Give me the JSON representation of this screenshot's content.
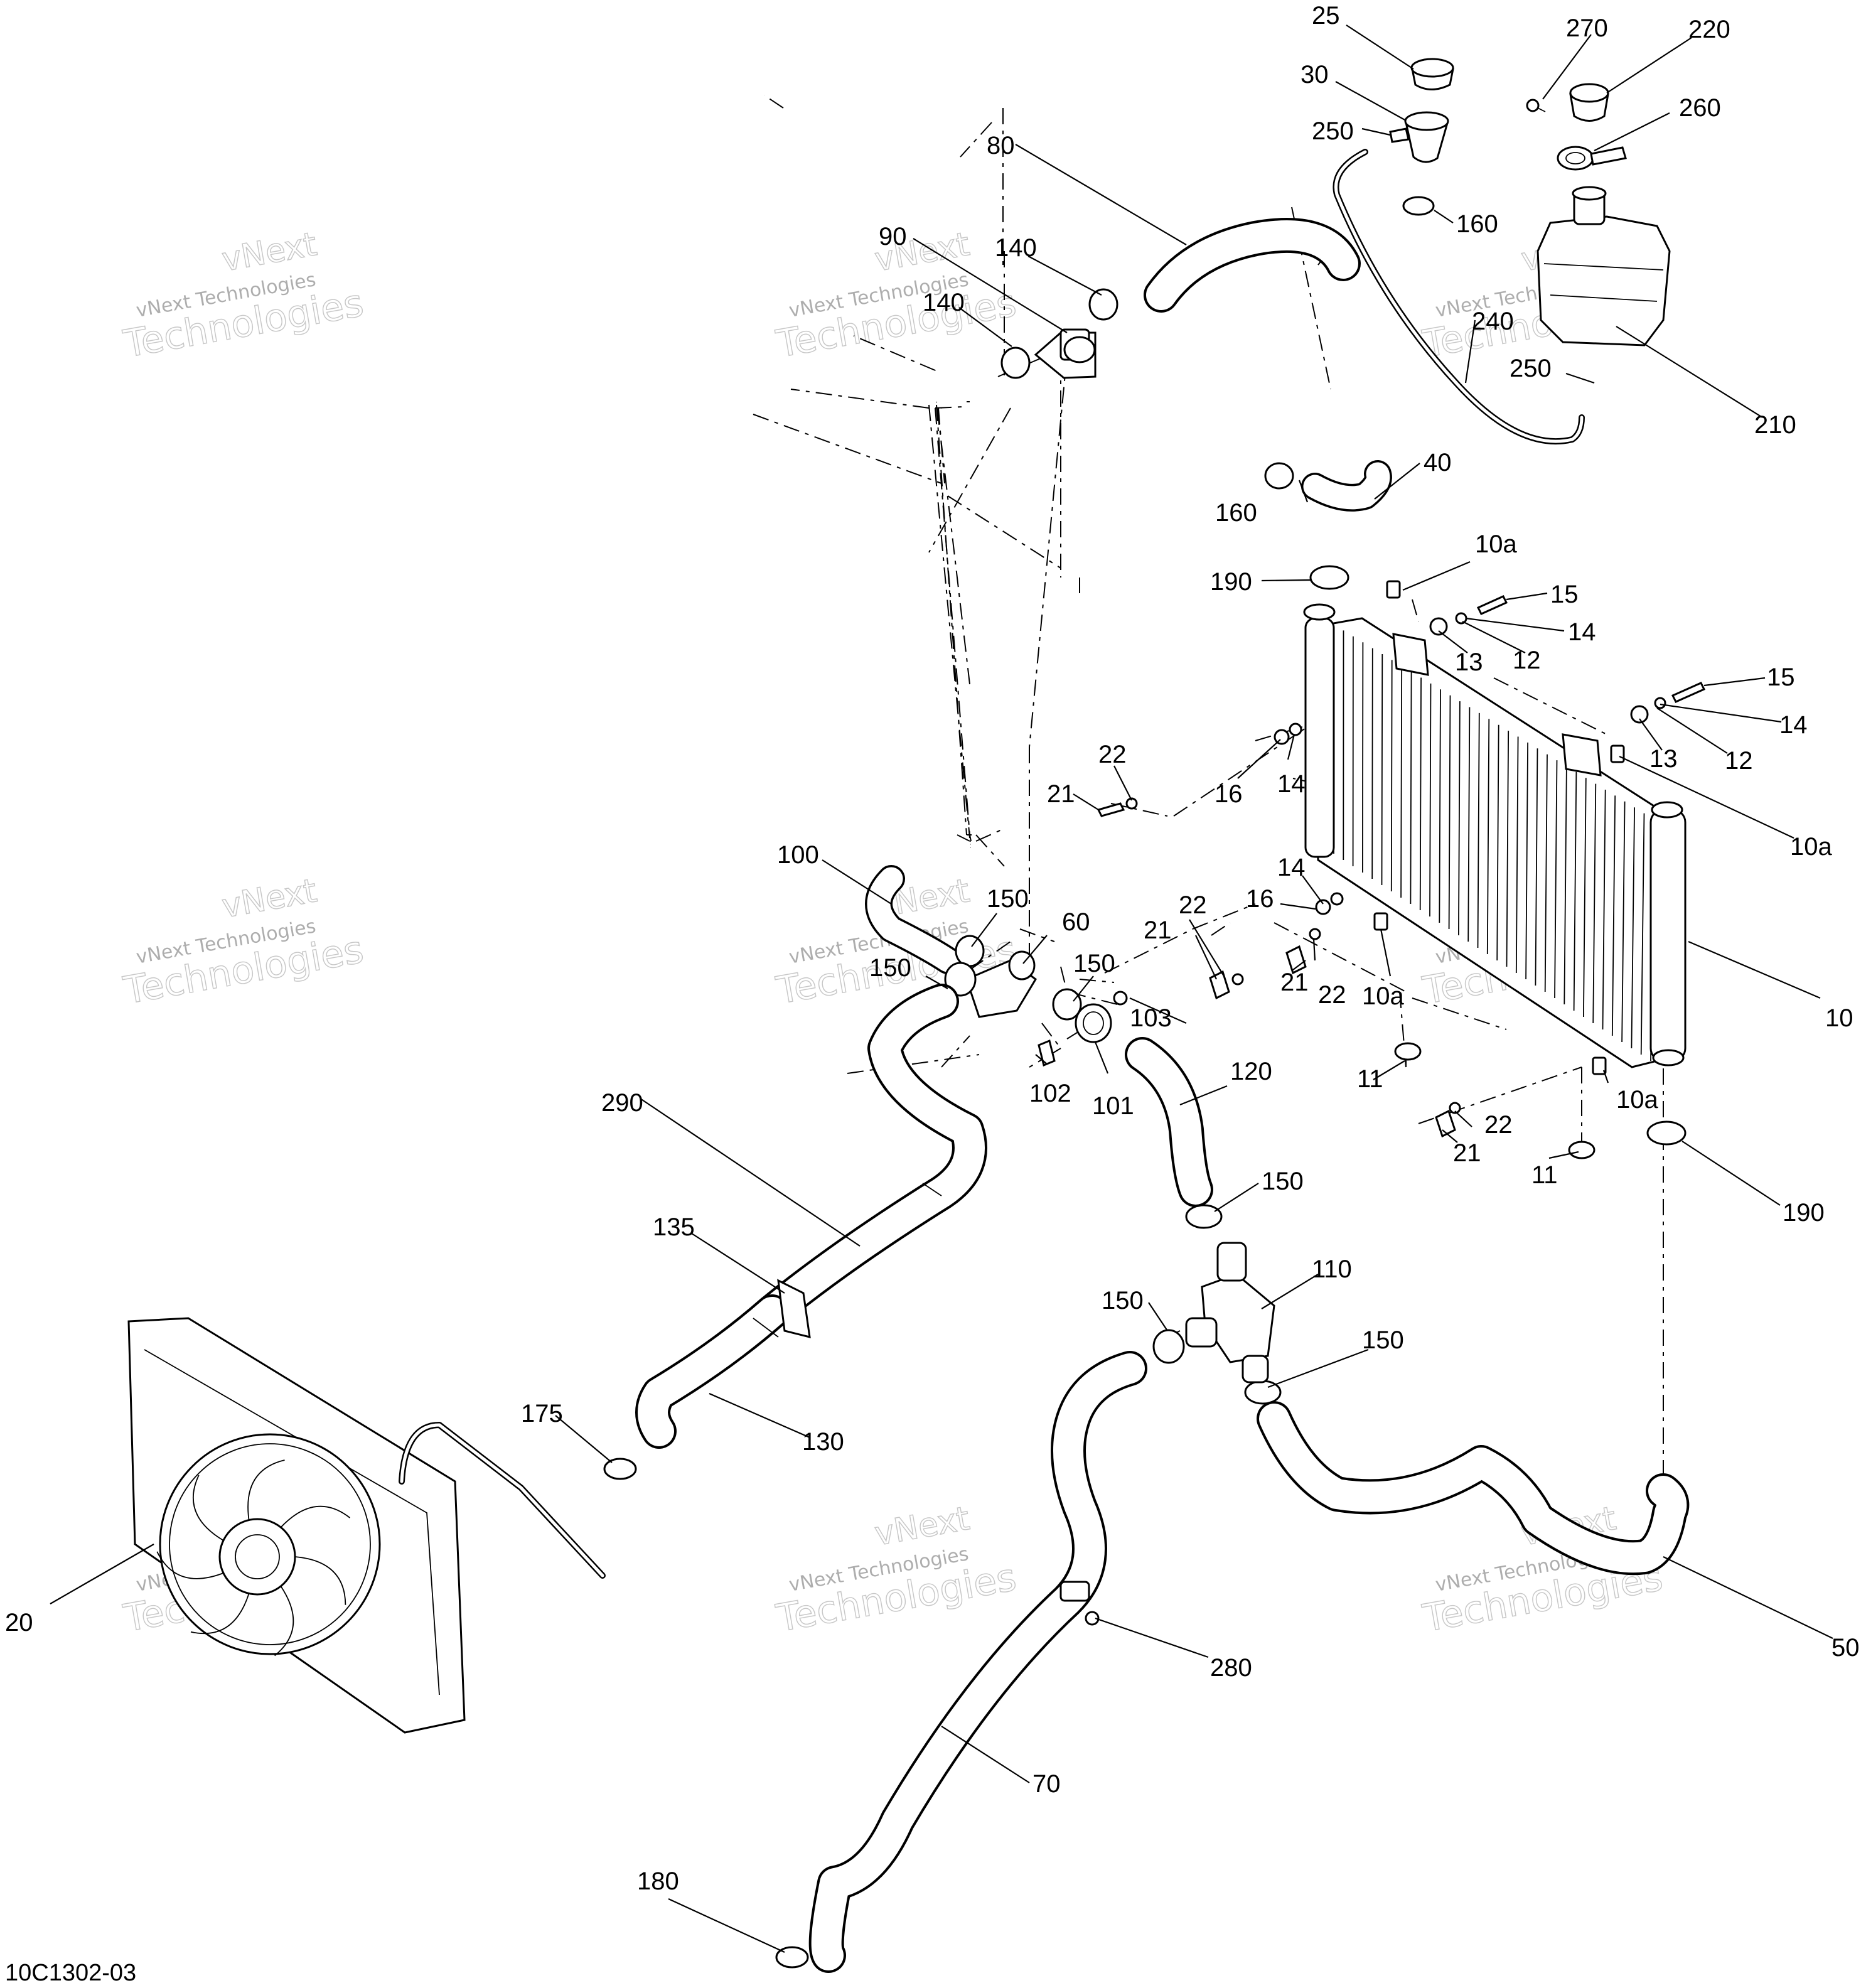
{
  "diagram_code": "10C1302-03",
  "watermark": {
    "line1": "vNext",
    "line2": "vNext Technologies",
    "line3": "Technologies"
  },
  "callouts": [
    {
      "id": "c25",
      "text": "25"
    },
    {
      "id": "c30",
      "text": "30"
    },
    {
      "id": "c250a",
      "text": "250"
    },
    {
      "id": "c270",
      "text": "270"
    },
    {
      "id": "c220",
      "text": "220"
    },
    {
      "id": "c260",
      "text": "260"
    },
    {
      "id": "c160a",
      "text": "160"
    },
    {
      "id": "c80",
      "text": "80"
    },
    {
      "id": "c90",
      "text": "90"
    },
    {
      "id": "c140a",
      "text": "140"
    },
    {
      "id": "c140b",
      "text": "140"
    },
    {
      "id": "c240",
      "text": "240"
    },
    {
      "id": "c250b",
      "text": "250"
    },
    {
      "id": "c210",
      "text": "210"
    },
    {
      "id": "c40",
      "text": "40"
    },
    {
      "id": "c160b",
      "text": "160"
    },
    {
      "id": "c10a1",
      "text": "10a"
    },
    {
      "id": "c190a",
      "text": "190"
    },
    {
      "id": "c15a",
      "text": "15"
    },
    {
      "id": "c14a",
      "text": "14"
    },
    {
      "id": "c13a",
      "text": "13"
    },
    {
      "id": "c12a",
      "text": "12"
    },
    {
      "id": "c15b",
      "text": "15"
    },
    {
      "id": "c14b",
      "text": "14"
    },
    {
      "id": "c13b",
      "text": "13"
    },
    {
      "id": "c12b",
      "text": "12"
    },
    {
      "id": "c22a",
      "text": "22"
    },
    {
      "id": "c21a",
      "text": "21"
    },
    {
      "id": "c16a",
      "text": "16"
    },
    {
      "id": "c14c",
      "text": "14"
    },
    {
      "id": "c10a2",
      "text": "10a"
    },
    {
      "id": "c100",
      "text": "100"
    },
    {
      "id": "c150a",
      "text": "150"
    },
    {
      "id": "c60",
      "text": "60"
    },
    {
      "id": "c14d",
      "text": "14"
    },
    {
      "id": "c16b",
      "text": "16"
    },
    {
      "id": "c22b",
      "text": "22"
    },
    {
      "id": "c21b",
      "text": "21"
    },
    {
      "id": "c21c",
      "text": "21"
    },
    {
      "id": "c22c",
      "text": "22"
    },
    {
      "id": "c10a3",
      "text": "10a"
    },
    {
      "id": "c10",
      "text": "10"
    },
    {
      "id": "c150b",
      "text": "150"
    },
    {
      "id": "c150c",
      "text": "150"
    },
    {
      "id": "c103",
      "text": "103"
    },
    {
      "id": "c102",
      "text": "102"
    },
    {
      "id": "c101",
      "text": "101"
    },
    {
      "id": "c120",
      "text": "120"
    },
    {
      "id": "c11a",
      "text": "11"
    },
    {
      "id": "c10a4",
      "text": "10a"
    },
    {
      "id": "c22d",
      "text": "22"
    },
    {
      "id": "c21d",
      "text": "21"
    },
    {
      "id": "c11b",
      "text": "11"
    },
    {
      "id": "c190b",
      "text": "190"
    },
    {
      "id": "c290",
      "text": "290"
    },
    {
      "id": "c135",
      "text": "135"
    },
    {
      "id": "c150d",
      "text": "150"
    },
    {
      "id": "c110",
      "text": "110"
    },
    {
      "id": "c150e",
      "text": "150"
    },
    {
      "id": "c150f",
      "text": "150"
    },
    {
      "id": "c175",
      "text": "175"
    },
    {
      "id": "c130",
      "text": "130"
    },
    {
      "id": "c20",
      "text": "20"
    },
    {
      "id": "c280",
      "text": "280"
    },
    {
      "id": "c50",
      "text": "50"
    },
    {
      "id": "c70",
      "text": "70"
    },
    {
      "id": "c180",
      "text": "180"
    }
  ]
}
